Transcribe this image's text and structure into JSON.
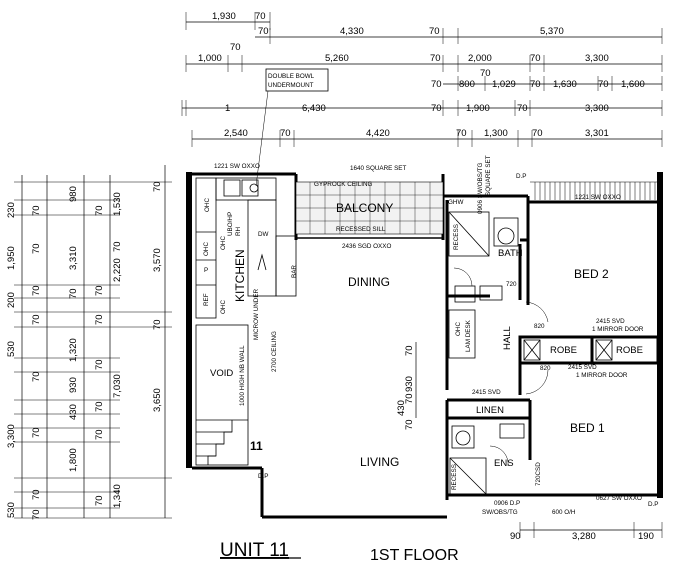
{
  "title": "UNIT 11",
  "subtitle": "1ST FLOOR",
  "rooms": {
    "kitchen": "KITCHEN",
    "balcony": "BALCONY",
    "dining": "DINING",
    "living": "LIVING",
    "bath": "BATH",
    "bed2": "BED 2",
    "bed1": "BED 1",
    "hall": "HALL",
    "robe1": "ROBE",
    "robe2": "ROBE",
    "linen": "LINEN",
    "ens": "ENS",
    "void": "VOID",
    "stair_number": "11"
  },
  "labels": {
    "double_bowl": "DOUBLE BOWL",
    "undermount": "UNDERMOUNT",
    "sw_kitchen": "1221 SW OXXO",
    "square_set_top": "1640 SQUARE SET",
    "gyprock": "GYPROCK CEILING",
    "recessed_sill": "RECESSED SILL",
    "sgd": "2436 SGD OXXO",
    "ghw": "GHW",
    "square_set_side": "SQUARE SET",
    "bath_window": "0906 SW/OBS/TG",
    "dp_top": "D.P",
    "sw_bed2": "1221 SW OXXO",
    "dw": "DW",
    "bar": "BAR",
    "ohc1": "OHC",
    "ohc2": "OHC",
    "ohc3": "OHC",
    "ohc4": "OHC",
    "p": "P",
    "ref": "REF",
    "ubo": "UBO/HP",
    "rh": "RH",
    "microw": "MICROW UNDER",
    "ceiling2700": "2700 CEILING",
    "nb_wall": "1000 HIGH NB WALL",
    "lam_desk": "LAM DESK",
    "ohc_hall": "OHC",
    "door720a": "720",
    "door820a": "820",
    "door820b": "820",
    "svd1": "2415 SVD",
    "mirror1": "1 MIRROR DOOR",
    "svd2": "2415 SVD",
    "mirror2": "1 MIRROR DOOR",
    "svd_linen": "2415 SVD",
    "recess1": "RECESS",
    "recess2": "RECESS",
    "csd": "720CSD",
    "ens_window": "0906 D.P",
    "ens_window2": "SW/OBS/TG",
    "oh600": "600 O/H",
    "sw_bed1": "0627 SW OXXO",
    "dp_bot_left": "D.P",
    "dp_bot_right": "D.P"
  },
  "dims_top": {
    "r1": [
      "1,930",
      "70"
    ],
    "r2": [
      "70",
      "4,330",
      "70",
      "5,370"
    ],
    "r3": [
      "70",
      "1,000",
      "5,260",
      "70",
      "2,000",
      "70",
      "3,300"
    ],
    "r4": [
      "70",
      "800",
      "1,029",
      "70",
      "1,630",
      "70",
      "1,600"
    ],
    "r5": [
      "1",
      "6,430",
      "70",
      "1,900",
      "70",
      "3,300"
    ],
    "r6": [
      "2,540",
      "70",
      "4,420",
      "70",
      "1,300",
      "70",
      "3,301"
    ]
  },
  "dims_left": {
    "c1": [
      "230",
      "1,950",
      "200",
      "530",
      "3,300",
      "530"
    ],
    "c2": [
      "70",
      "70",
      "70",
      "70",
      "70",
      "70",
      "70",
      "70"
    ],
    "c3": [
      "980",
      "3,310",
      "70",
      "1,320",
      "930",
      "430",
      "1,800"
    ],
    "c4": [
      "70",
      "70",
      "70",
      "70",
      "70",
      "70",
      "70"
    ],
    "c5": [
      "1,530",
      "2,220",
      "70",
      "7,030",
      "1,340"
    ],
    "c6": [
      "70",
      "3,570",
      "70",
      "3,650"
    ]
  },
  "dims_inner": [
    "70",
    "930",
    "70",
    "430",
    "70"
  ],
  "dims_bottom": [
    "90",
    "3,280",
    "190"
  ]
}
